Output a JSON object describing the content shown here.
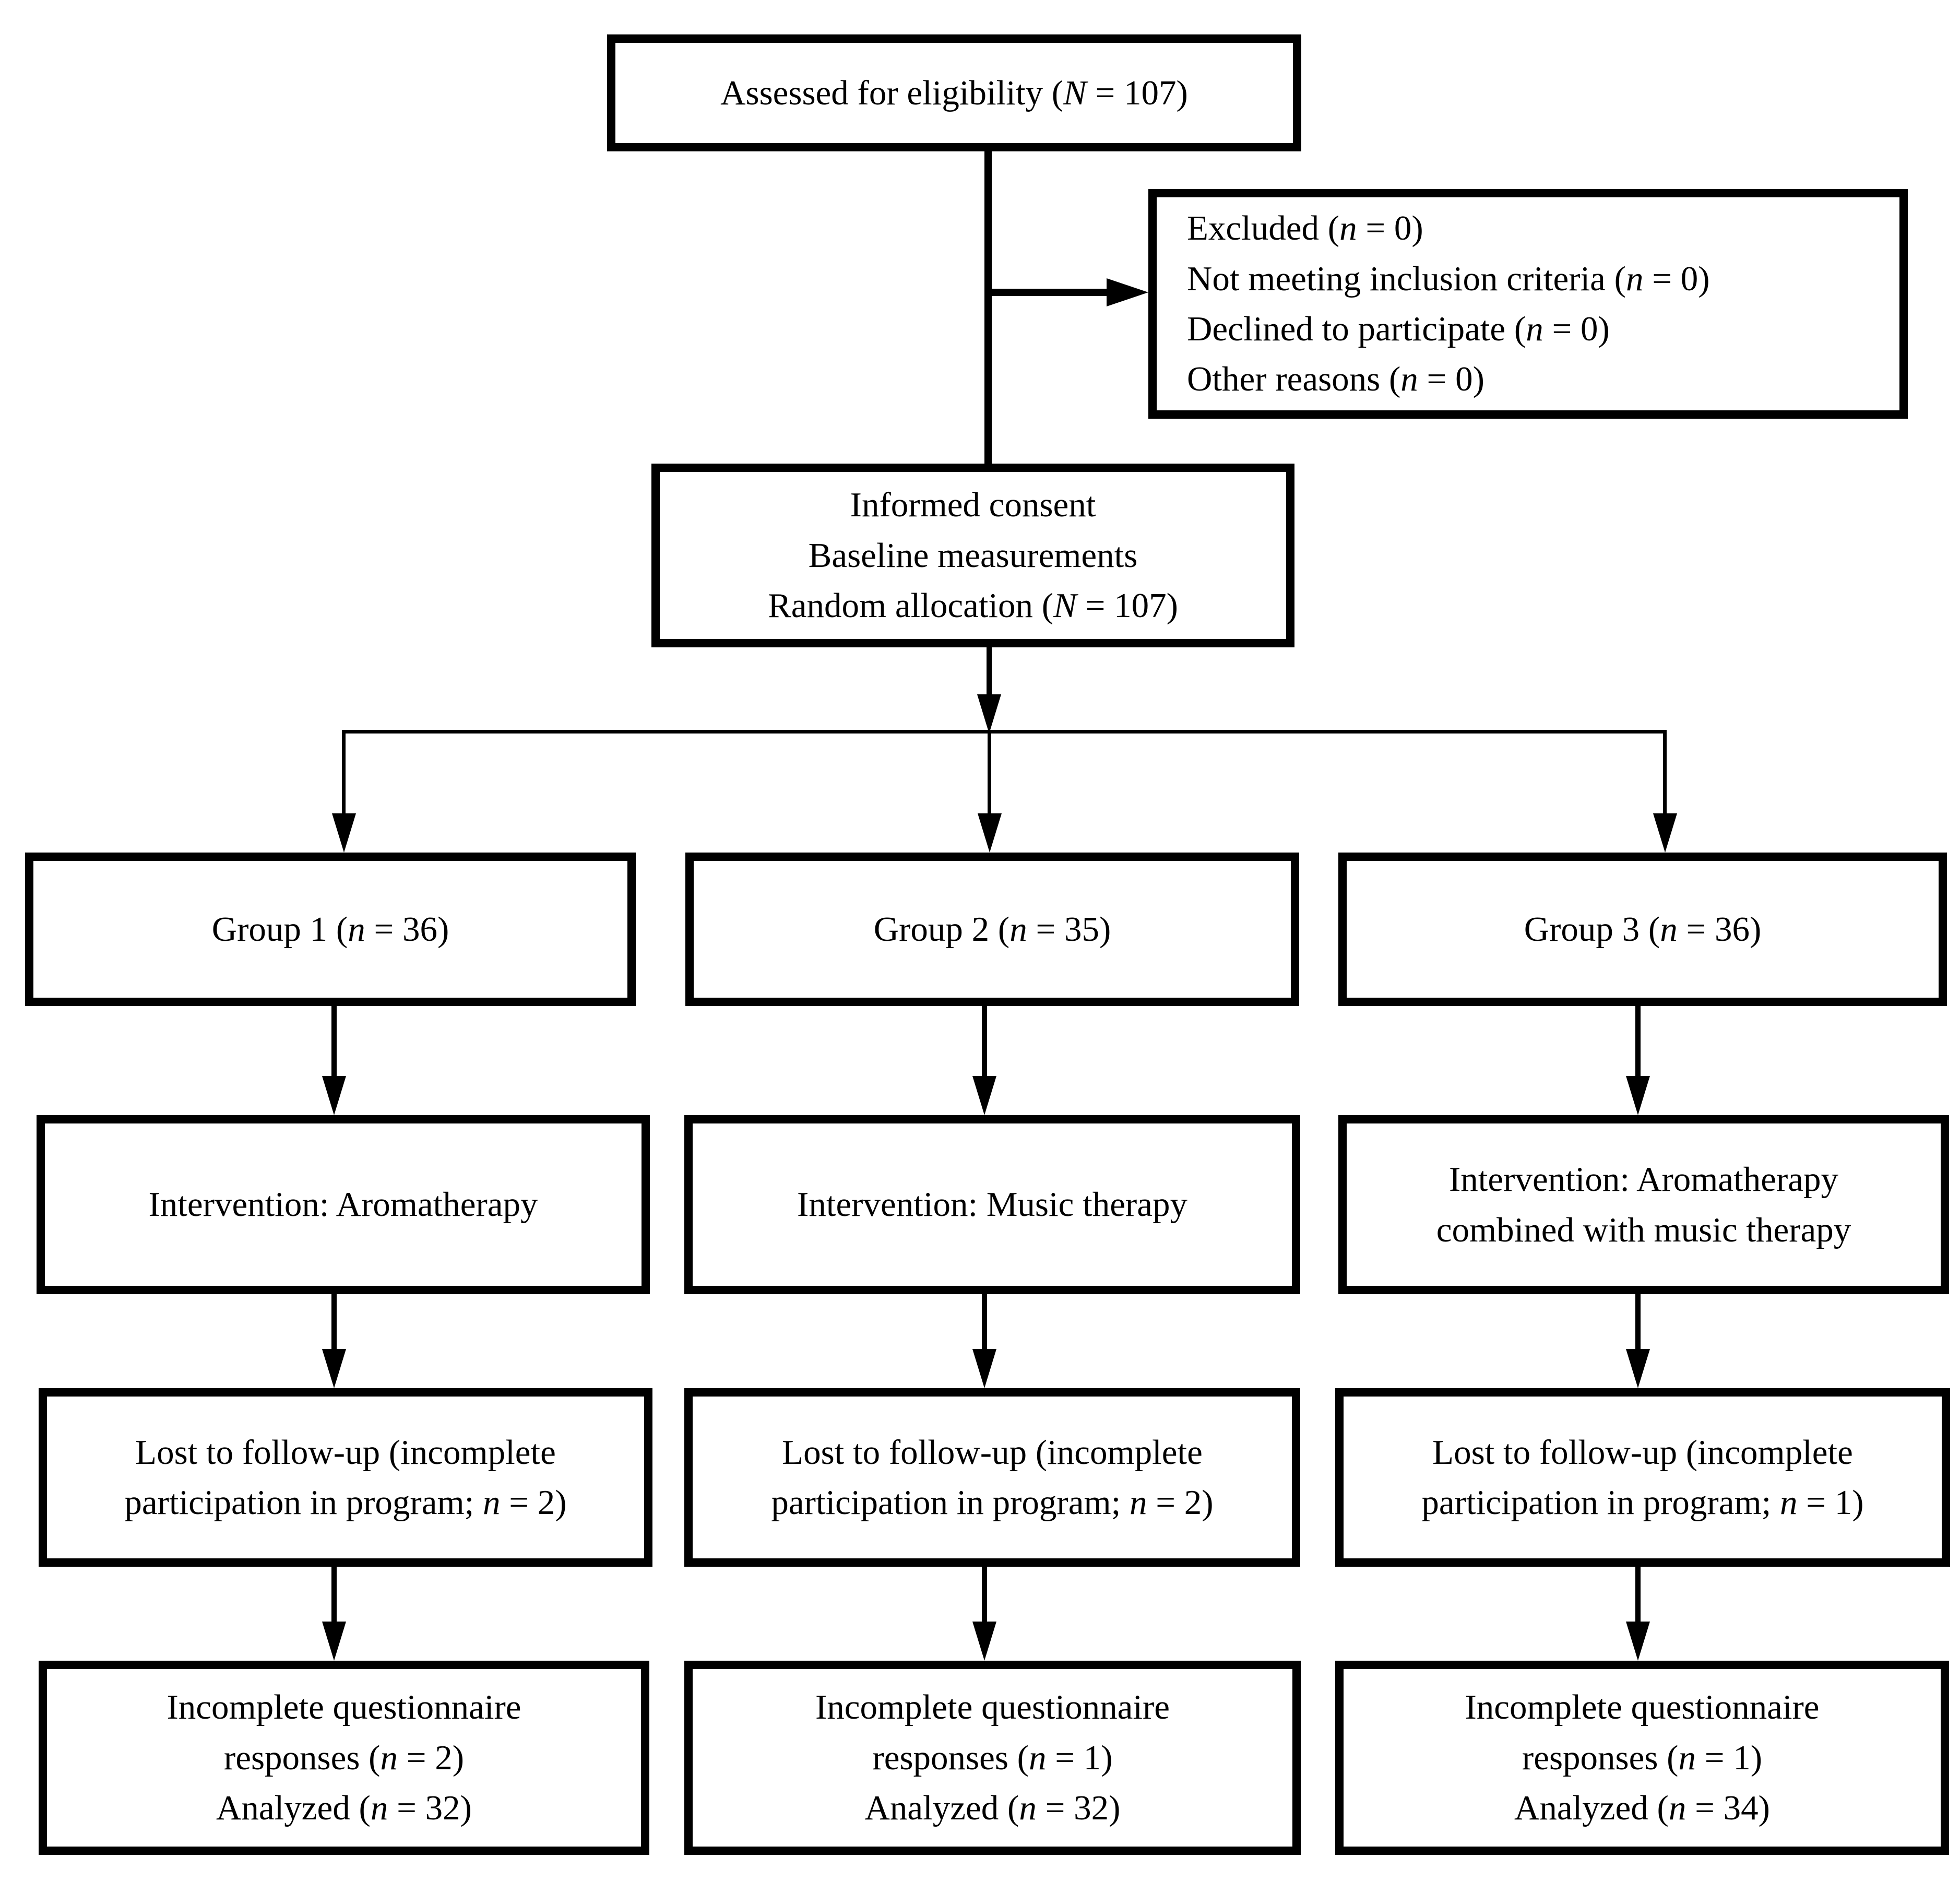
{
  "colors": {
    "ink": "#000000",
    "background": "#ffffff"
  },
  "boxes": {
    "assessed": {
      "align": "center",
      "lines": [
        [
          {
            "t": "Assessed for eligibility ("
          },
          {
            "t": "N",
            "i": true
          },
          {
            "t": " = 107)"
          }
        ]
      ]
    },
    "excluded": {
      "align": "left",
      "lines": [
        [
          {
            "t": "Excluded ("
          },
          {
            "t": "n",
            "i": true
          },
          {
            "t": " = 0)"
          }
        ],
        [
          {
            "t": "Not meeting inclusion criteria ("
          },
          {
            "t": "n",
            "i": true
          },
          {
            "t": " = 0)"
          }
        ],
        [
          {
            "t": "Declined to participate ("
          },
          {
            "t": "n",
            "i": true
          },
          {
            "t": " = 0)"
          }
        ],
        [
          {
            "t": "Other reasons ("
          },
          {
            "t": "n",
            "i": true
          },
          {
            "t": " = 0)"
          }
        ]
      ]
    },
    "consent": {
      "align": "center",
      "lines": [
        [
          {
            "t": "Informed consent"
          }
        ],
        [
          {
            "t": "Baseline measurements"
          }
        ],
        [
          {
            "t": "Random allocation ("
          },
          {
            "t": "N",
            "i": true
          },
          {
            "t": " = 107)"
          }
        ]
      ]
    },
    "group1": {
      "align": "center",
      "lines": [
        [
          {
            "t": "Group 1 ("
          },
          {
            "t": "n",
            "i": true
          },
          {
            "t": " = 36)"
          }
        ]
      ]
    },
    "group2": {
      "align": "center",
      "lines": [
        [
          {
            "t": "Group 2 ("
          },
          {
            "t": "n",
            "i": true
          },
          {
            "t": " = 35)"
          }
        ]
      ]
    },
    "group3": {
      "align": "center",
      "lines": [
        [
          {
            "t": "Group 3 ("
          },
          {
            "t": "n",
            "i": true
          },
          {
            "t": " = 36)"
          }
        ]
      ]
    },
    "intervention1": {
      "align": "center",
      "lines": [
        [
          {
            "t": "Intervention: Aromatherapy"
          }
        ]
      ]
    },
    "intervention2": {
      "align": "center",
      "lines": [
        [
          {
            "t": "Intervention: Music therapy"
          }
        ]
      ]
    },
    "intervention3": {
      "align": "center",
      "lines": [
        [
          {
            "t": "Intervention: Aromatherapy"
          }
        ],
        [
          {
            "t": "combined with music therapy"
          }
        ]
      ]
    },
    "lost1": {
      "align": "center",
      "lines": [
        [
          {
            "t": "Lost to follow-up (incomplete"
          }
        ],
        [
          {
            "t": "participation in program; "
          },
          {
            "t": "n",
            "i": true
          },
          {
            "t": " = 2)"
          }
        ]
      ]
    },
    "lost2": {
      "align": "center",
      "lines": [
        [
          {
            "t": "Lost to follow-up (incomplete"
          }
        ],
        [
          {
            "t": "participation in program; "
          },
          {
            "t": "n",
            "i": true
          },
          {
            "t": " = 2)"
          }
        ]
      ]
    },
    "lost3": {
      "align": "center",
      "lines": [
        [
          {
            "t": "Lost to follow-up (incomplete"
          }
        ],
        [
          {
            "t": "participation in program; "
          },
          {
            "t": "n",
            "i": true
          },
          {
            "t": " = 1)"
          }
        ]
      ]
    },
    "final1": {
      "align": "center",
      "lines": [
        [
          {
            "t": "Incomplete questionnaire"
          }
        ],
        [
          {
            "t": "responses ("
          },
          {
            "t": "n",
            "i": true
          },
          {
            "t": " = 2)"
          }
        ],
        [
          {
            "t": "Analyzed ("
          },
          {
            "t": "n",
            "i": true
          },
          {
            "t": " = 32)"
          }
        ]
      ]
    },
    "final2": {
      "align": "center",
      "lines": [
        [
          {
            "t": "Incomplete questionnaire"
          }
        ],
        [
          {
            "t": "responses ("
          },
          {
            "t": "n",
            "i": true
          },
          {
            "t": " = 1)"
          }
        ],
        [
          {
            "t": "Analyzed ("
          },
          {
            "t": "n",
            "i": true
          },
          {
            "t": " = 32)"
          }
        ]
      ]
    },
    "final3": {
      "align": "center",
      "lines": [
        [
          {
            "t": "Incomplete questionnaire"
          }
        ],
        [
          {
            "t": "responses ("
          },
          {
            "t": "n",
            "i": true
          },
          {
            "t": " = 1)"
          }
        ],
        [
          {
            "t": "Analyzed ("
          },
          {
            "t": "n",
            "i": true
          },
          {
            "t": " = 34)"
          }
        ]
      ]
    }
  }
}
